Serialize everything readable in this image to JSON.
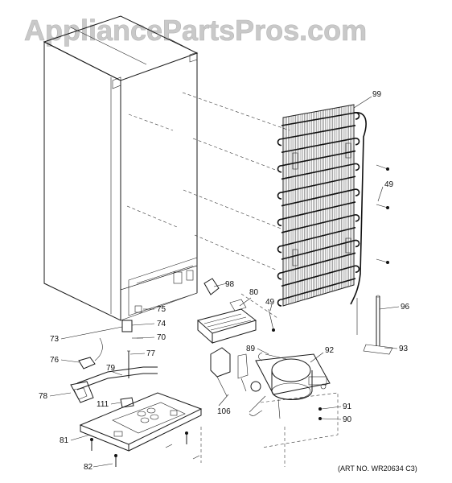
{
  "watermark": "AppliancePartsPros.com",
  "art_number": "(ART NO. WR20634 C3)",
  "parts": [
    {
      "id": "99",
      "label": "99"
    },
    {
      "id": "49a",
      "label": "49"
    },
    {
      "id": "98",
      "label": "98"
    },
    {
      "id": "80",
      "label": "80"
    },
    {
      "id": "49b",
      "label": "49"
    },
    {
      "id": "96",
      "label": "96"
    },
    {
      "id": "75",
      "label": "75"
    },
    {
      "id": "74",
      "label": "74"
    },
    {
      "id": "73",
      "label": "73"
    },
    {
      "id": "70",
      "label": "70"
    },
    {
      "id": "89",
      "label": "89"
    },
    {
      "id": "92",
      "label": "92"
    },
    {
      "id": "93",
      "label": "93"
    },
    {
      "id": "76",
      "label": "76"
    },
    {
      "id": "77",
      "label": "77"
    },
    {
      "id": "79",
      "label": "79"
    },
    {
      "id": "78",
      "label": "78"
    },
    {
      "id": "111",
      "label": "111"
    },
    {
      "id": "106",
      "label": "106"
    },
    {
      "id": "91",
      "label": "91"
    },
    {
      "id": "90",
      "label": "90"
    },
    {
      "id": "81",
      "label": "81"
    },
    {
      "id": "82",
      "label": "82"
    }
  ]
}
